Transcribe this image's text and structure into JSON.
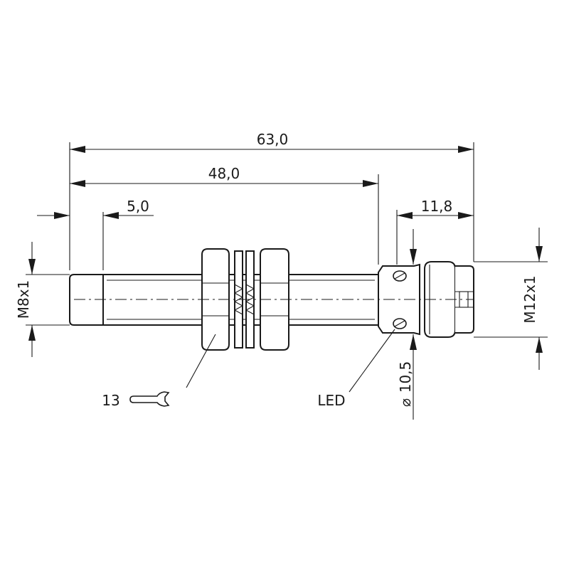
{
  "dimensions": {
    "overall_length": "63,0",
    "body_length": "48,0",
    "tip_length": "5,0",
    "connector_length": "11,8",
    "sensing_thread": "M8x1",
    "connector_thread": "M12x1",
    "diameter_symbol": "⌀",
    "diameter_value": "10,5"
  },
  "callouts": {
    "wrench_size": "13",
    "led": "LED"
  }
}
